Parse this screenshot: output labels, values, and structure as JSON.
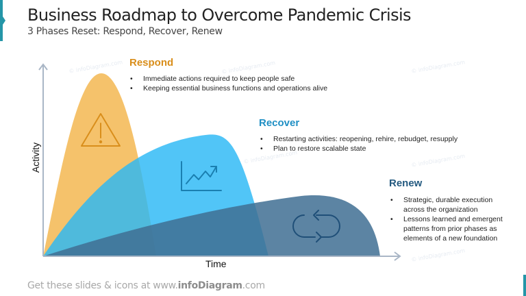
{
  "header": {
    "title": "Business Roadmap to Overcome Pandemic Crisis",
    "subtitle": "3 Phases Reset: Respond, Recover, Renew"
  },
  "axes": {
    "y_label": "Activity",
    "x_label": "Time"
  },
  "phases": [
    {
      "title": "Respond",
      "color": "#d98e1b",
      "shape_color": "#f5c26b",
      "icon": "warning-triangle-icon",
      "bullets": [
        "Immediate actions required to keep people safe",
        "Keeping essential business functions and operations alive"
      ]
    },
    {
      "title": "Recover",
      "color": "#1f8fc4",
      "shape_color": "#4fc8f7",
      "icon": "chart-growth-icon",
      "bullets": [
        "Restarting activities: reopening, rehire, rebudget, resupply",
        "Plan to restore scalable state"
      ]
    },
    {
      "title": "Renew",
      "color": "#245a80",
      "shape_color": "#5b88a6",
      "icon": "cycle-arrows-icon",
      "bullets": [
        "Strategic, durable execution across the organization",
        "Lessons learned and emergent patterns from prior phases as elements of a new foundation"
      ]
    }
  ],
  "watermark": "© infoDiagram.com",
  "footer": {
    "prefix": "Get these slides & icons at www.",
    "brand": "infoDiagram",
    "suffix": ".com"
  },
  "colors": {
    "accent": "#2596a8",
    "axis": "#a9b6c6"
  }
}
